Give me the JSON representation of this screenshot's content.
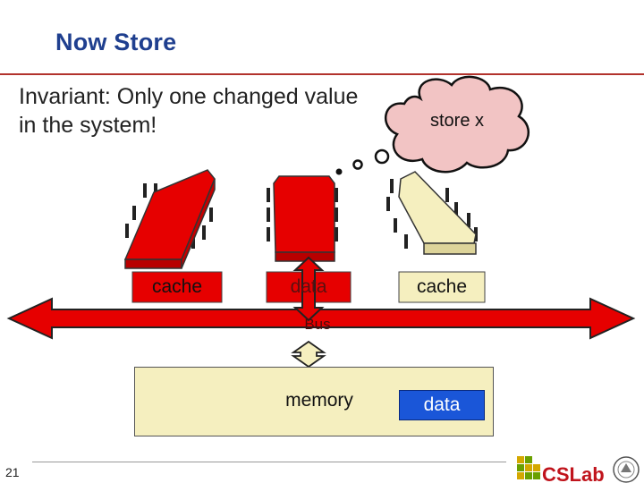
{
  "slide": {
    "title": "Now Store",
    "invariant_text": "Invariant: Only one changed value in the system!",
    "page_number": "21"
  },
  "thought": {
    "text": "store x"
  },
  "caches": [
    {
      "label": "cache",
      "state": "modified"
    },
    {
      "label": "data",
      "state": "modified"
    },
    {
      "label": "cache",
      "state": "clean"
    }
  ],
  "bus": {
    "label": "Bus"
  },
  "memory": {
    "label": "memory",
    "data_label": "data"
  },
  "logo": {
    "text": "CSLab"
  },
  "colors": {
    "title": "#1f3f8f",
    "modified": "#e60000",
    "clean": "#f5efbf",
    "data_block": "#1a56d8"
  }
}
